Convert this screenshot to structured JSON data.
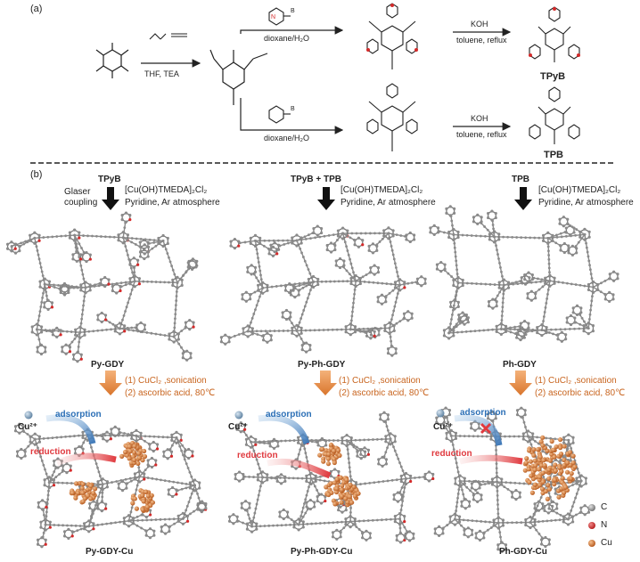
{
  "panel_a": {
    "label": "(a)",
    "reagent_1": "THF, TEA",
    "reagent_upper": "dioxane/H₂O",
    "reagent_lower": "dioxane/H₂O",
    "koh_upper": "KOH",
    "cond_upper": "toluene, reflux",
    "koh_lower": "KOH",
    "cond_lower": "toluene, reflux",
    "product_upper": "TPyB",
    "product_lower": "TPB"
  },
  "panel_b": {
    "label": "(b)",
    "columns": [
      {
        "monomer": "TPyB",
        "catalyst": "[Cu(OH)TMEDA]₂Cl₂",
        "solvent": "Pyridine, Ar atmosphere",
        "network": "Py-GDY",
        "step1": "(1) CuCl₂ ,sonication",
        "step2": "(2) ascorbic acid, 80℃",
        "product": "Py-GDY-Cu"
      },
      {
        "monomer": "TPyB + TPB",
        "catalyst": "[Cu(OH)TMEDA]₂Cl₂",
        "solvent": "Pyridine, Ar atmosphere",
        "network": "Py-Ph-GDY",
        "step1": "(1) CuCl₂ ,sonication",
        "step2": "(2) ascorbic acid, 80℃",
        "product": "Py-Ph-GDY-Cu"
      },
      {
        "monomer": "TPB",
        "catalyst": "[Cu(OH)TMEDA]₂Cl₂",
        "solvent": "Pyridine, Ar atmosphere",
        "network": "Ph-GDY",
        "step1": "(1) CuCl₂ ,sonication",
        "step2": "(2) ascorbic acid, 80℃",
        "product": "Ph-GDY-Cu"
      }
    ],
    "glaser_1": "Glaser",
    "glaser_2": "coupling",
    "cu_ion": "Cu²⁺",
    "adsorption": "adsorption",
    "reduction": "reduction",
    "legend": [
      {
        "symbol": "C",
        "color": "#8a8a8a"
      },
      {
        "symbol": "N",
        "color": "#d42a2a"
      },
      {
        "symbol": "Cu",
        "color": "#c8641e"
      }
    ]
  }
}
